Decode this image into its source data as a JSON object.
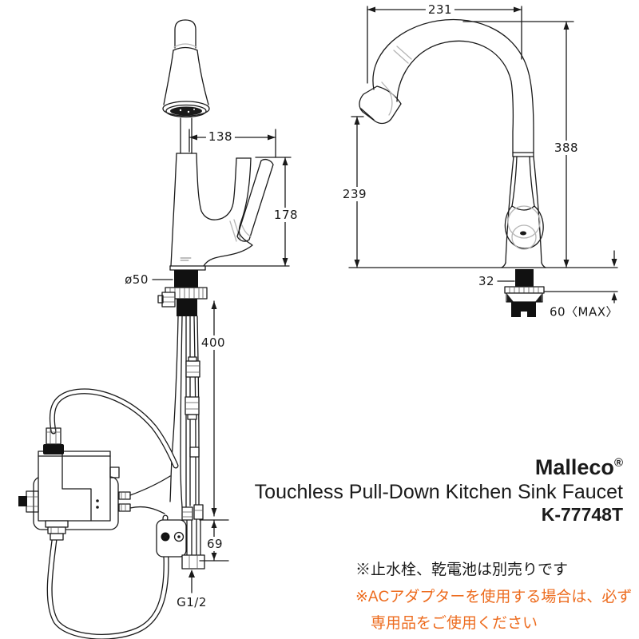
{
  "dimensions": {
    "reach_top": "231",
    "total_height": "388",
    "spout_clearance": "239",
    "shank_width": "32",
    "deck_thickness_max": "60〈MAX〉",
    "spout_to_handle": "138",
    "handle_height": "178",
    "base_diameter": "ø50",
    "hose_length": "400",
    "connector_length": "69",
    "thread_size": "G1/2"
  },
  "title": {
    "brand": "Malleco",
    "registered_mark": "®",
    "product_line": "Touchless Pull-Down Kitchen Sink Faucet",
    "model_number": "K-77748T"
  },
  "notes": {
    "note1": "※止水栓、乾電池は別売りです",
    "note2_line1": "※ACアダプターを使用する場合は、必ず",
    "note2_line2": "専用品をご使用ください"
  },
  "colors": {
    "line": "#1a1a1a",
    "note_accent_orange": "#ED6C1F",
    "fill_black": "#111111",
    "seam_gray": "#b5b5b5"
  }
}
